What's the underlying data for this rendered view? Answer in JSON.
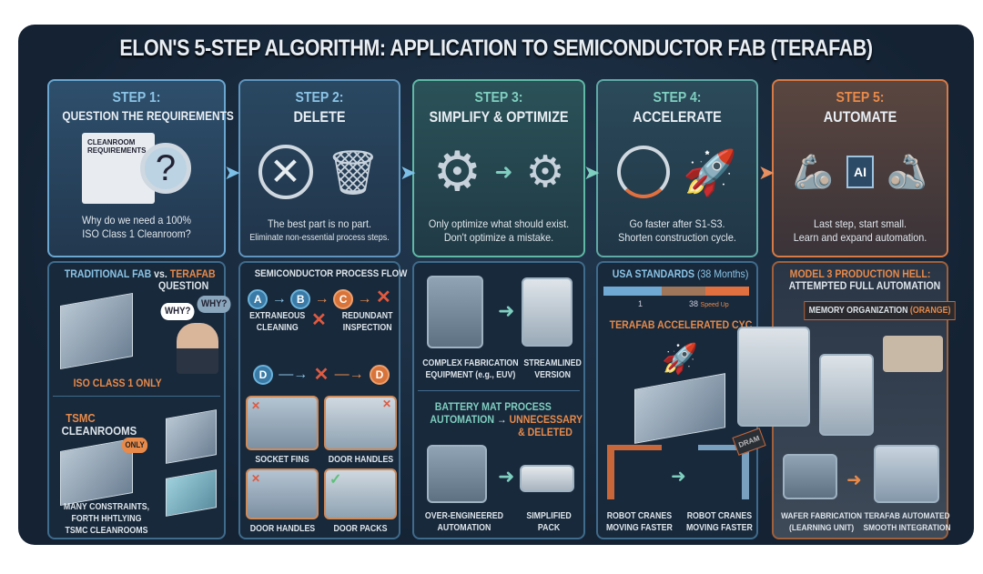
{
  "title": "ELON'S 5-STEP ALGORITHM: APPLICATION TO SEMICONDUCTOR FAB (TERAFAB)",
  "steps": [
    {
      "step": "STEP 1:",
      "name": "QUESTION THE REQUIREMENTS",
      "doc_label": "CLEANROOM REQUIREMENTS",
      "desc1": "Why do we need a 100%",
      "desc2": "ISO Class 1 Cleanroom?"
    },
    {
      "step": "STEP 2:",
      "name": "DELETE",
      "desc1": "The best part is no part.",
      "desc2": "Eliminate non-essential process steps."
    },
    {
      "step": "STEP 3:",
      "name": "SIMPLIFY & OPTIMIZE",
      "desc1": "Only optimize what should exist.",
      "desc2": "Don't optimize a mistake."
    },
    {
      "step": "STEP 4:",
      "name": "ACCELERATE",
      "desc1": "Go faster after S1-S3.",
      "desc2": "Shorten construction cycle."
    },
    {
      "step": "STEP 5:",
      "name": "AUTOMATE",
      "chip": "AI",
      "desc1": "Last step, start small.",
      "desc2": "Learn and expand automation."
    }
  ],
  "p1": {
    "h_a": "TRADITIONAL FAB",
    "h_vs": "vs.",
    "h_b": "TERAFAB",
    "h_c": "QUESTION",
    "why": "WHY?",
    "iso": "ISO CLASS 1 ONLY",
    "tsmc1": "TSMC",
    "tsmc2": "CLEANROOMS",
    "only": "ONLY",
    "cap1": "MANY CONSTRAINTS,",
    "cap2": "FORTH HHTLYING",
    "cap3": "TSMC CLEANROOMS"
  },
  "p2": {
    "flow_title": "SEMICONDUCTOR PROCESS FLOW",
    "nodes": [
      "A",
      "B",
      "C",
      "D",
      "D"
    ],
    "extra1": "EXTRANEOUS",
    "extra2": "CLEANING",
    "red1": "REDUNDANT",
    "red2": "INSPECTION",
    "tiles": [
      "SOCKET FINS",
      "DOOR HANDLES",
      "DOOR HANDLES",
      "DOOR PACKS"
    ]
  },
  "p3": {
    "cap_a1": "COMPLEX FABRICATION",
    "cap_a2": "EQUIPMENT (e.g., EUV)",
    "cap_b1": "STREAMLINED",
    "cap_b2": "VERSION",
    "bat1": "BATTERY MAT PROCESS",
    "bat2": "AUTOMATION",
    "bat_arrow": "→",
    "bat3": "UNNECESSARY",
    "bat4": "& DELETED",
    "cap_c1": "OVER-ENGINEERED",
    "cap_c2": "AUTOMATION",
    "cap_d1": "SIMPLIFIED",
    "cap_d2": "PACK"
  },
  "p4": {
    "usa": "USA STANDARDS",
    "usa_months": "(38 Months)",
    "tick1": "1",
    "tick2": "38",
    "speed": "Speed Up",
    "terafab": "TERAFAB ACCELERATED CYC",
    "cap1a": "ROBOT CRANES",
    "cap1b": "MOVING FASTER",
    "cap2a": "ROBOT CRANES",
    "cap2b": "MOVING FASTER",
    "dram": "DRAM"
  },
  "p5": {
    "h1": "MODEL 3 PRODUCTION HELL:",
    "h2": "ATTEMPTED FULL AUTOMATION",
    "mem": "MEMORY ORGANIZATION",
    "mem_c": "(ORANGE)",
    "cap1a": "WAFER FABRICATION",
    "cap1b": "(LEARNING UNIT)",
    "cap2a": "TERAFAB AUTOMATED",
    "cap2b": "SMOOTH INTEGRATION"
  },
  "colors": {
    "blue": "#5f9cc8",
    "teal": "#5fb9a6",
    "orange": "#d77a45",
    "bg": "#1a2b3d"
  }
}
